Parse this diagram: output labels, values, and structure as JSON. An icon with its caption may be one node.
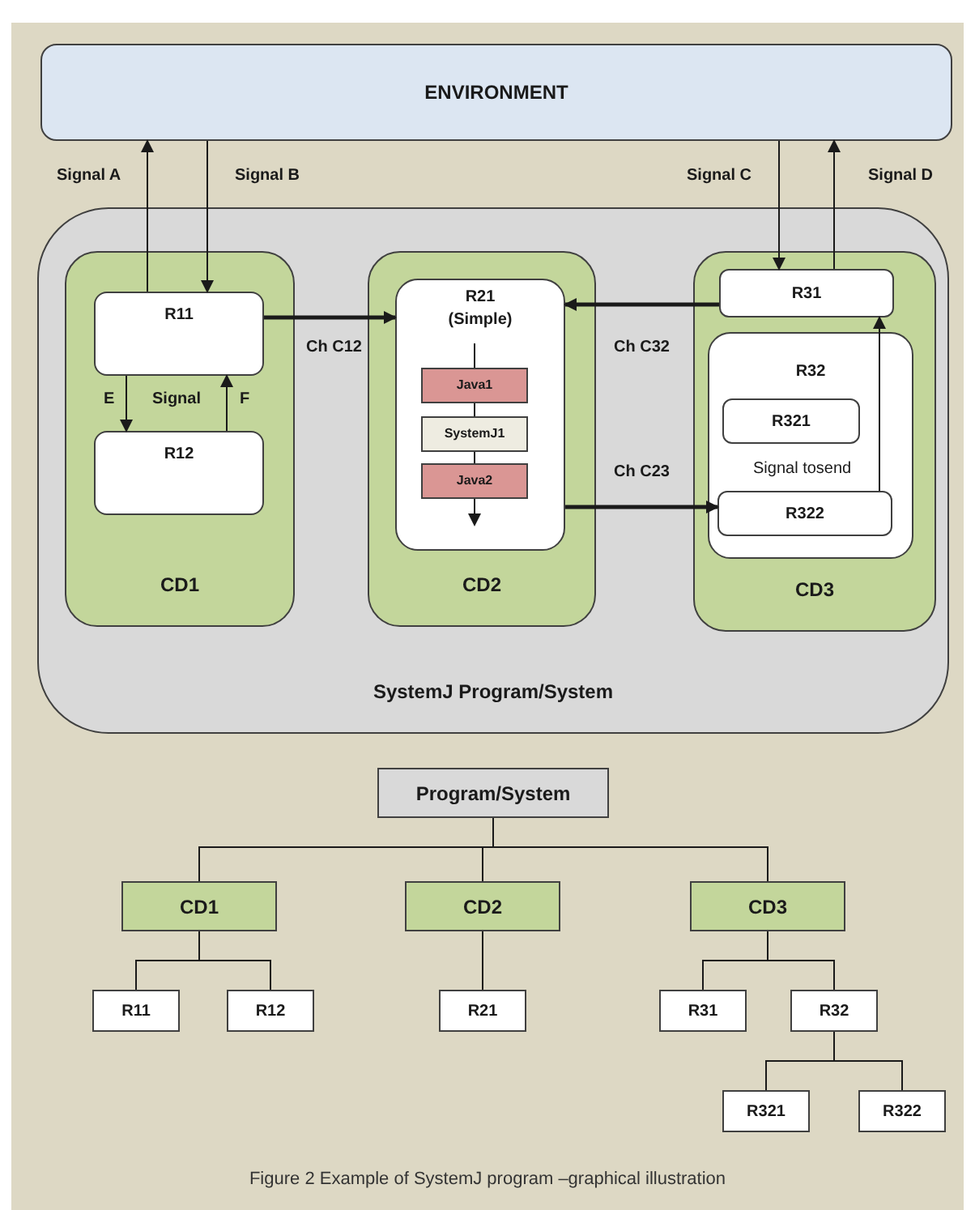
{
  "diagram": {
    "caption": "Figure 2 Example of SystemJ program –graphical illustration",
    "nodes": [
      {
        "text": [
          "ENVIRONMENT"
        ]
      },
      {
        "text": [
          "SystemJ Program/System"
        ]
      },
      {
        "text": [
          "CD1"
        ],
        "in": 1
      },
      {
        "text": [
          "R11"
        ],
        "in": 2
      },
      {
        "text": [
          "R12"
        ],
        "in": 2
      },
      {
        "text": [
          "CD2"
        ],
        "in": 1
      },
      {
        "text": [
          "R21 (Simple)"
        ],
        "in": 5
      },
      {
        "text": [
          "Java1"
        ],
        "in": 6
      },
      {
        "text": [
          "SystemJ1"
        ],
        "in": 6
      },
      {
        "text": [
          "Java2"
        ],
        "in": 6
      },
      {
        "text": [
          "CD3"
        ],
        "in": 1
      },
      {
        "text": [
          "R31"
        ],
        "in": 10
      },
      {
        "text": [
          "R32"
        ],
        "in": 10
      },
      {
        "text": [
          "R321"
        ],
        "in": 12
      },
      {
        "text": [
          "R322"
        ],
        "in": 12
      },
      {
        "text": [
          "Program/System"
        ]
      },
      {
        "text": [
          "CD1"
        ]
      },
      {
        "text": [
          "CD2"
        ]
      },
      {
        "text": [
          "CD3"
        ]
      },
      {
        "text": [
          "R11"
        ]
      },
      {
        "text": [
          "R12"
        ]
      },
      {
        "text": [
          "R21"
        ]
      },
      {
        "text": [
          "R31"
        ]
      },
      {
        "text": [
          "R32"
        ]
      },
      {
        "text": [
          "R321"
        ]
      },
      {
        "text": [
          "R322"
        ]
      }
    ],
    "edges": [
      {
        "from": 3,
        "to": 0,
        "arrow": "to",
        "label": "Signal A"
      },
      {
        "from": 0,
        "to": 3,
        "arrow": "to",
        "label": "Signal B"
      },
      {
        "from": 0,
        "to": 11,
        "arrow": "to",
        "label": "Signal C"
      },
      {
        "from": 11,
        "to": 0,
        "arrow": "to",
        "label": "Signal D"
      },
      {
        "from": 3,
        "to": 6,
        "arrow": "to",
        "label": "Ch C12",
        "style": "thick"
      },
      {
        "from": 11,
        "to": 6,
        "arrow": "to",
        "label": "Ch C32",
        "style": "thick"
      },
      {
        "from": 6,
        "to": 14,
        "arrow": "to",
        "label": "Ch C23",
        "style": "thick"
      },
      {
        "from": 3,
        "to": 4,
        "arrow": "to",
        "label": "E"
      },
      {
        "from": 4,
        "to": 3,
        "arrow": "to",
        "label": "F"
      },
      {
        "from": 14,
        "to": 11,
        "arrow": "to",
        "label": "Signal tosend"
      },
      {
        "from": 7,
        "to": 8,
        "arrow": "none"
      },
      {
        "from": 8,
        "to": 9,
        "arrow": "none"
      },
      {
        "from": 9,
        "to": null,
        "arrow": "to"
      },
      {
        "from": 15,
        "to": 16,
        "arrow": "none"
      },
      {
        "from": 15,
        "to": 17,
        "arrow": "none"
      },
      {
        "from": 15,
        "to": 18,
        "arrow": "none"
      },
      {
        "from": 16,
        "to": 19,
        "arrow": "none"
      },
      {
        "from": 16,
        "to": 20,
        "arrow": "none"
      },
      {
        "from": 17,
        "to": 21,
        "arrow": "none"
      },
      {
        "from": 18,
        "to": 22,
        "arrow": "none"
      },
      {
        "from": 18,
        "to": 23,
        "arrow": "none"
      },
      {
        "from": 23,
        "to": 24,
        "arrow": "none"
      },
      {
        "from": 23,
        "to": 25,
        "arrow": "none"
      }
    ],
    "labels": [
      "Signal"
    ]
  }
}
